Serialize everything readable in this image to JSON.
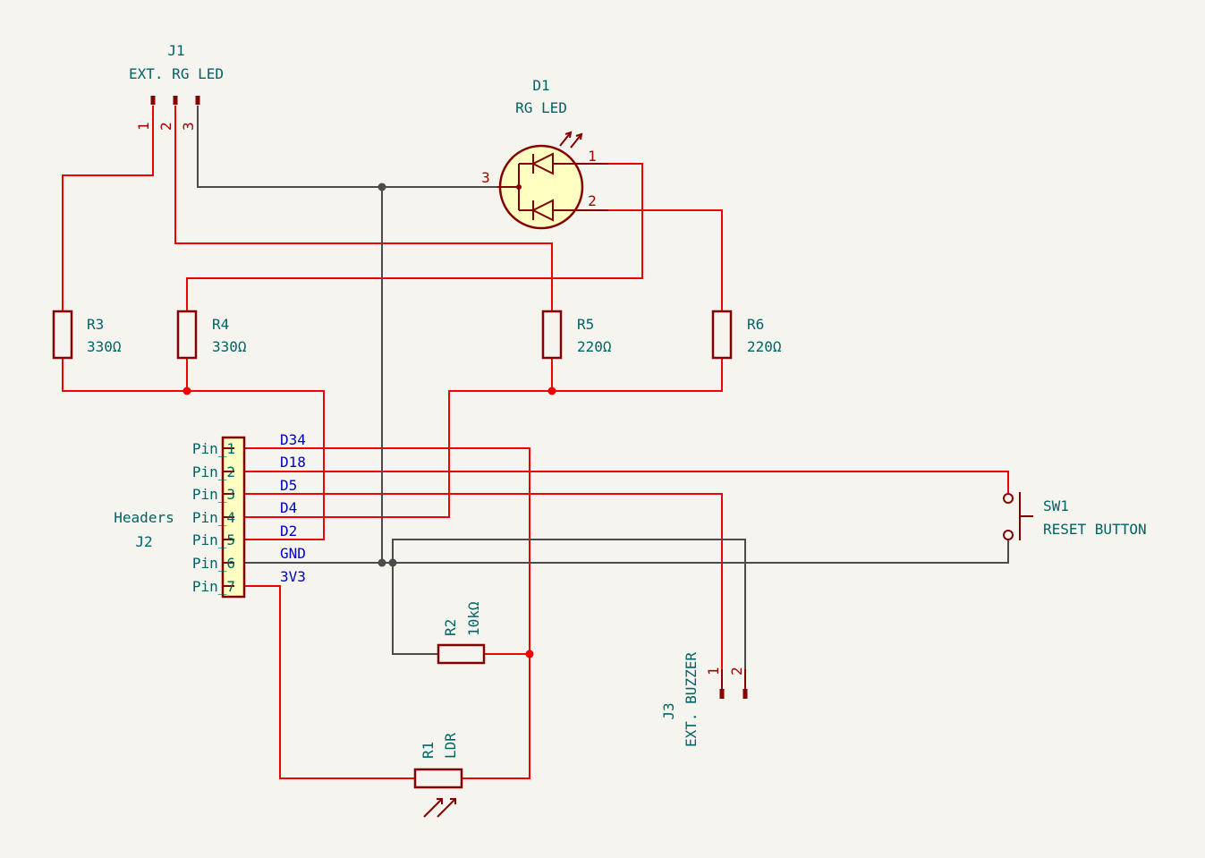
{
  "components": {
    "j1": {
      "ref": "J1",
      "value": "EXT. RG LED",
      "pins": [
        "1",
        "2",
        "3"
      ]
    },
    "d1": {
      "ref": "D1",
      "value": "RG LED",
      "pins": [
        "1",
        "2",
        "3"
      ]
    },
    "r3": {
      "ref": "R3",
      "value": "330Ω"
    },
    "r4": {
      "ref": "R4",
      "value": "330Ω"
    },
    "r5": {
      "ref": "R5",
      "value": "220Ω"
    },
    "r6": {
      "ref": "R6",
      "value": "220Ω"
    },
    "j2": {
      "ref": "J2",
      "value": "Headers",
      "pin_labels": [
        "Pin_1",
        "Pin_2",
        "Pin_3",
        "Pin_4",
        "Pin_5",
        "Pin_6",
        "Pin_7"
      ]
    },
    "r2": {
      "ref": "R2",
      "value": "10kΩ"
    },
    "r1": {
      "ref": "R1",
      "value": "LDR"
    },
    "j3": {
      "ref": "J3",
      "value": "EXT. BUZZER",
      "pins": [
        "1",
        "2"
      ]
    },
    "sw1": {
      "ref": "SW1",
      "value": "RESET BUTTON"
    }
  },
  "nets": [
    "D34",
    "D18",
    "D5",
    "D4",
    "D2",
    "GND",
    "3V3"
  ],
  "colors": {
    "background": "#f5f4ef",
    "wire_red": "#f00000",
    "wire_gray": "#4b4b4b",
    "symbol": "#840000",
    "symbol_fill": "#ffffc2",
    "text_teal": "#006464",
    "net_blue": "#0000c2"
  }
}
